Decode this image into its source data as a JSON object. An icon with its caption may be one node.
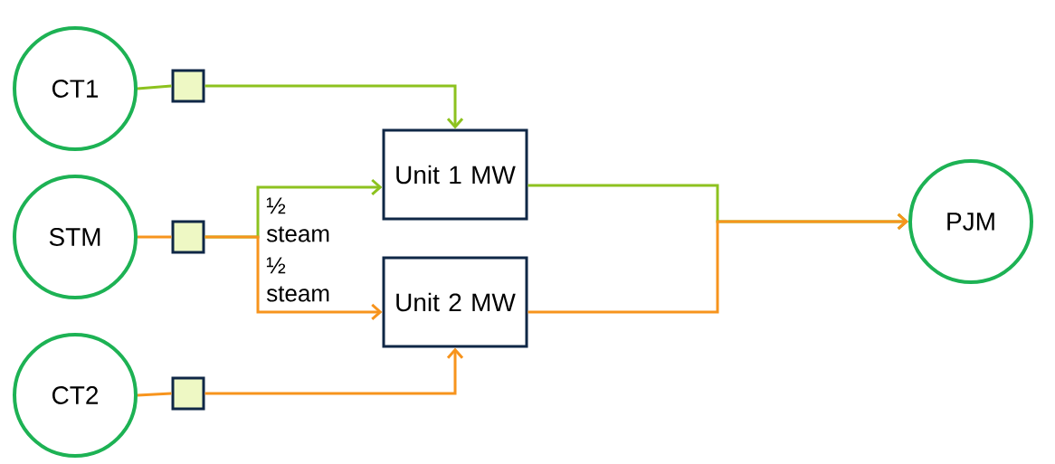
{
  "diagram": {
    "nodes": [
      {
        "text": [
          "CT1"
        ]
      },
      {
        "text": [
          "STM"
        ]
      },
      {
        "text": [
          "CT2"
        ]
      },
      {
        "text": [],
        "shape": "box"
      },
      {
        "text": [],
        "shape": "box"
      },
      {
        "text": [],
        "shape": "box"
      },
      {
        "text": [
          "Unit 1 MW"
        ]
      },
      {
        "text": [
          "Unit 2 MW"
        ]
      },
      {
        "text": [
          "PJM"
        ]
      }
    ],
    "edges": [
      {
        "from": 0,
        "to": 3,
        "arrow": "none",
        "color": "#8dc21f"
      },
      {
        "from": 3,
        "to": 6,
        "arrow": "to",
        "color": "#8dc21f"
      },
      {
        "from": 1,
        "to": 4,
        "arrow": "none",
        "color": "#f7941d"
      },
      {
        "from": 4,
        "to": 6,
        "arrow": "to",
        "label": "½ steam",
        "color": "#8dc21f"
      },
      {
        "from": 4,
        "to": 7,
        "arrow": "to",
        "label": "½ steam",
        "color": "#f7941d"
      },
      {
        "from": 2,
        "to": 5,
        "arrow": "none",
        "color": "#f7941d"
      },
      {
        "from": 5,
        "to": 7,
        "arrow": "to",
        "color": "#f7941d"
      },
      {
        "from": 6,
        "to": 8,
        "arrow": "to",
        "color": "#8dc21f"
      },
      {
        "from": 7,
        "to": 8,
        "arrow": "to",
        "color": "#f7941d"
      }
    ]
  }
}
